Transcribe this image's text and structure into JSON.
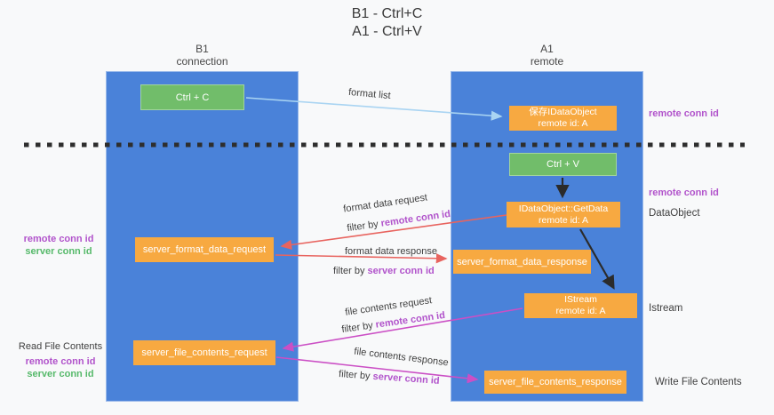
{
  "title": {
    "line1": "B1 - Ctrl+C",
    "line2": "A1 - Ctrl+V"
  },
  "lifelines": {
    "left": {
      "name": "B1",
      "role": "connection"
    },
    "right": {
      "name": "A1",
      "role": "remote"
    }
  },
  "nodes": {
    "ctrl_c": {
      "label": "Ctrl + C"
    },
    "ctrl_v": {
      "label": "Ctrl + V"
    },
    "saved_dataobject": {
      "line1": "保存IDataObject",
      "line2": "remote id: A"
    },
    "getdata": {
      "line1": "IDataObject::GetData",
      "line2": "remote id: A"
    },
    "istream": {
      "line1": "IStream",
      "line2": "remote id: A"
    },
    "server_format_data_request": {
      "label": "server_format_data_request"
    },
    "server_format_data_response": {
      "label": "server_format_data_response"
    },
    "server_file_contents_request": {
      "label": "server_file_contents_request"
    },
    "server_file_contents_response": {
      "label": "server_file_contents_response"
    }
  },
  "edge_labels": {
    "format_list": "format list",
    "format_data_request": "format data request",
    "format_data_response": "format data response",
    "file_contents_request": "file contents request",
    "file_contents_response": "file contents response",
    "filter_by": "filter by",
    "remote_conn_id": "remote conn id",
    "server_conn_id": "server conn id"
  },
  "side_labels": {
    "dataobject": "DataObject",
    "istream": "Istream",
    "read_file_contents": "Read File Contents",
    "write_file_contents": "Write File Contents"
  },
  "colors": {
    "lifeline_blue": "#4a82d9",
    "node_green": "#71bd6a",
    "node_orange": "#f7a941",
    "remote_conn_purple": "#b153cb",
    "server_conn_green": "#56b96a",
    "arrow_red": "#e8645f",
    "arrow_magenta": "#cb4fc5",
    "arrow_light_blue": "#a9d4f2",
    "arrow_black": "#2b2b2b",
    "dashed_separator": "#2e2e2e",
    "background": "#f8f9fa"
  }
}
